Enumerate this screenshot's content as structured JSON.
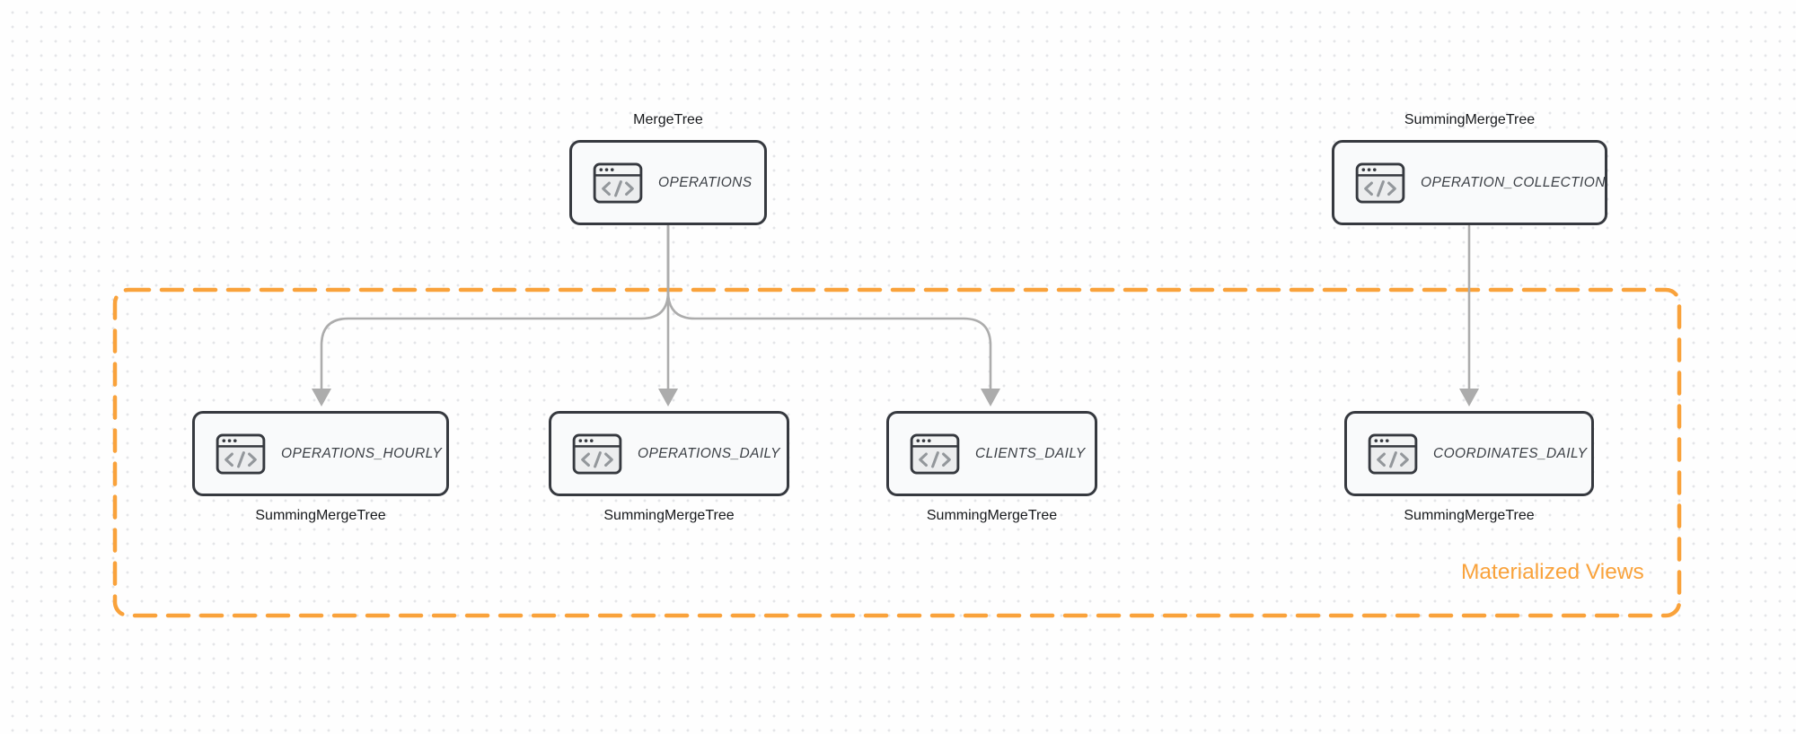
{
  "colors": {
    "orange": "#F9A23B",
    "node-border": "#36393F",
    "node-fill": "#F9FAFB",
    "arrow": "#ACACAC",
    "label-text": "#17191C",
    "node-title": "#3C4046",
    "dot": "#E4E5E8",
    "canvas-bg": "#FEFEFE"
  },
  "group": {
    "label": "Materialized Views"
  },
  "nodes": [
    {
      "id": "operations",
      "title": "OPERATIONS",
      "engine": "MergeTree",
      "engine_label_position": "above",
      "icon": "code-window-icon"
    },
    {
      "id": "operation-collection",
      "title": "OPERATION_COLLECTION",
      "engine": "SummingMergeTree",
      "engine_label_position": "above",
      "icon": "code-window-icon"
    },
    {
      "id": "operations-hourly",
      "title": "OPERATIONS_HOURLY",
      "engine": "SummingMergeTree",
      "engine_label_position": "below",
      "icon": "code-window-icon"
    },
    {
      "id": "operations-daily",
      "title": "OPERATIONS_DAILY",
      "engine": "SummingMergeTree",
      "engine_label_position": "below",
      "icon": "code-window-icon"
    },
    {
      "id": "clients-daily",
      "title": "CLIENTS_DAILY",
      "engine": "SummingMergeTree",
      "engine_label_position": "below",
      "icon": "code-window-icon"
    },
    {
      "id": "coordinates-daily",
      "title": "COORDINATES_DAILY",
      "engine": "SummingMergeTree",
      "engine_label_position": "below",
      "icon": "code-window-icon"
    }
  ],
  "edges": [
    {
      "from": "operations",
      "to": "operations-hourly"
    },
    {
      "from": "operations",
      "to": "operations-daily"
    },
    {
      "from": "operations",
      "to": "clients-daily"
    },
    {
      "from": "operation-collection",
      "to": "coordinates-daily"
    }
  ]
}
